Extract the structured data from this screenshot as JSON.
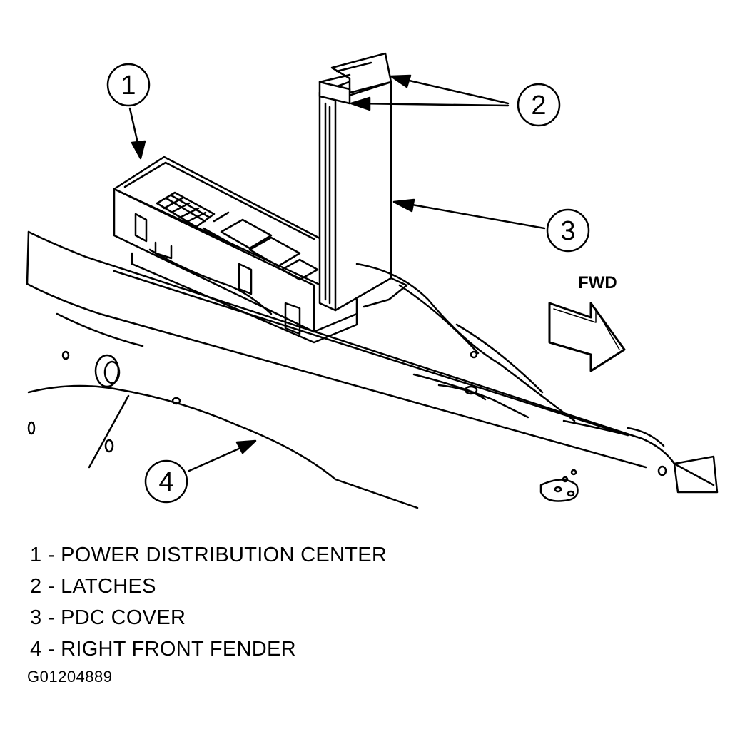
{
  "callouts": [
    {
      "number": "1"
    },
    {
      "number": "2"
    },
    {
      "number": "3"
    },
    {
      "number": "4"
    }
  ],
  "direction_label": "FWD",
  "legend": [
    "1 - POWER DISTRIBUTION CENTER",
    "2 - LATCHES",
    "3 - PDC COVER",
    "4 - RIGHT FRONT FENDER"
  ],
  "figure_id": "G01204889"
}
